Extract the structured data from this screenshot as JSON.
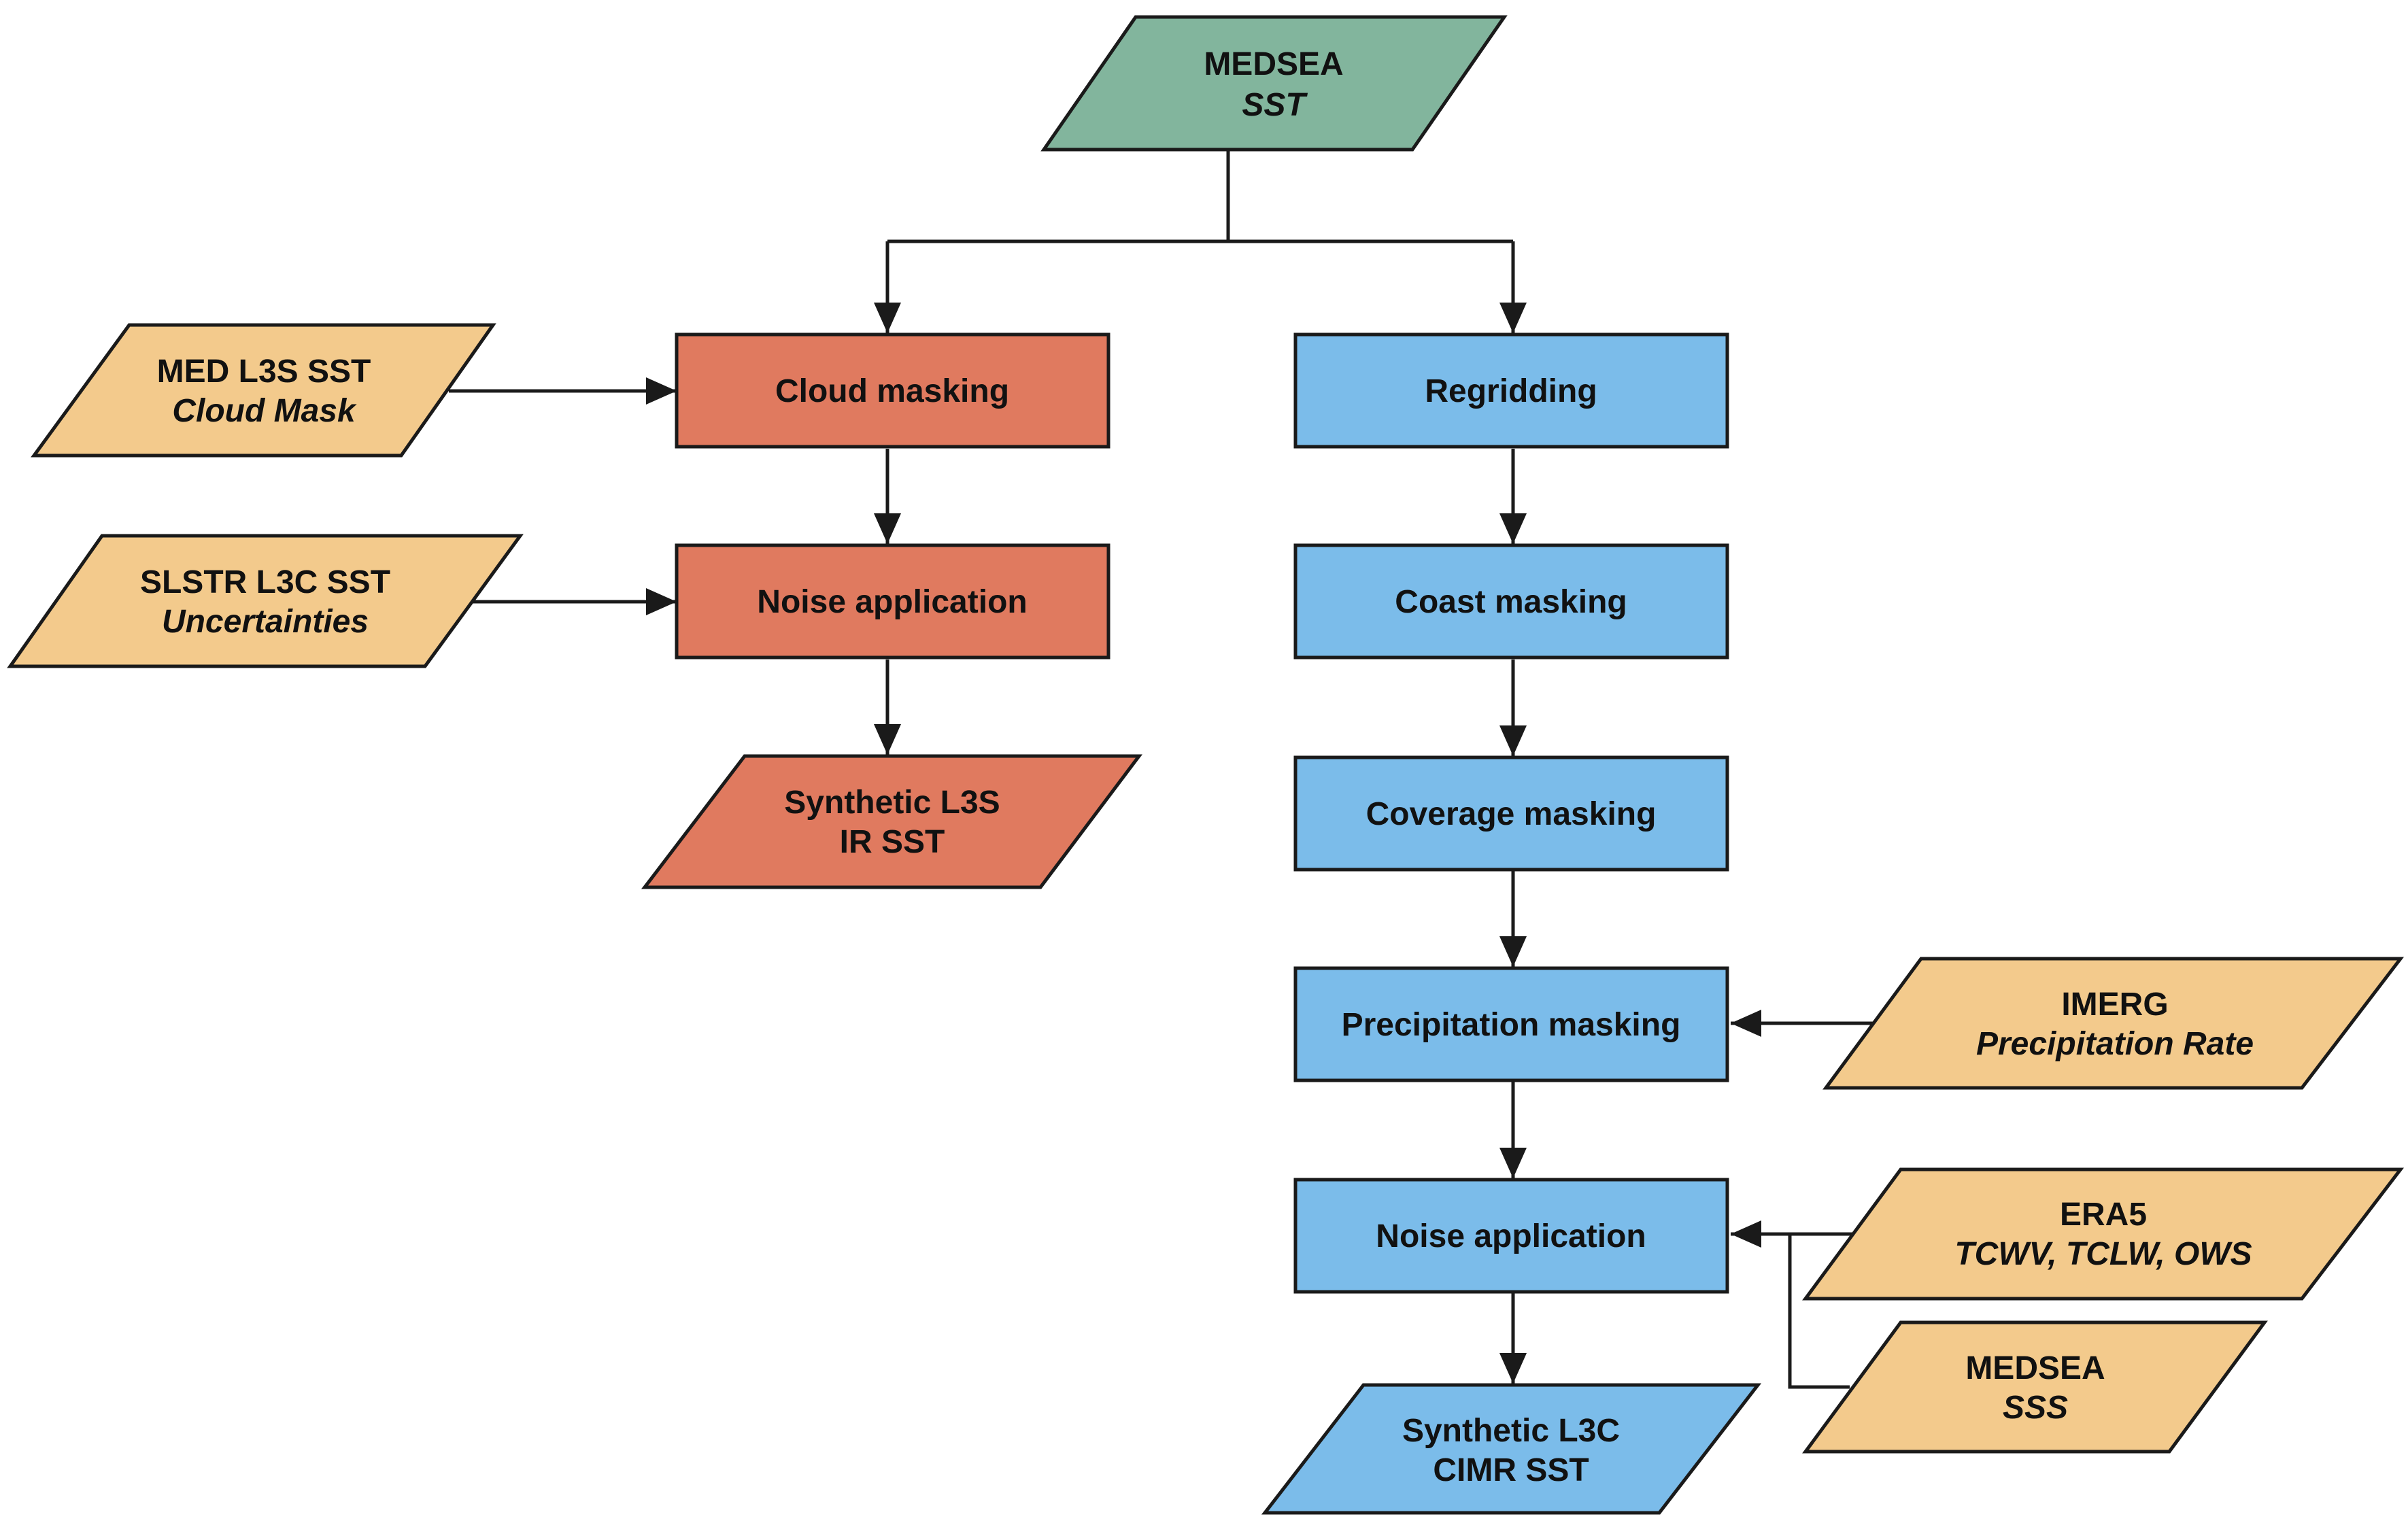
{
  "colors": {
    "source": "#82b59d",
    "ir_branch": "#e07a5f",
    "cimr_branch": "#7bbcea",
    "aux_input": "#f3ca8c",
    "line": "#1a1a1a"
  },
  "nodes": {
    "medsea_sst": {
      "line1": "MEDSEA",
      "line2": "SST"
    },
    "med_l3s_sst": {
      "line1": "MED L3S SST",
      "line2": "Cloud Mask"
    },
    "slstr_l3c_sst": {
      "line1": "SLSTR L3C SST",
      "line2": "Uncertainties"
    },
    "cloud_masking": {
      "label": "Cloud masking"
    },
    "noise_application_ir": {
      "label": "Noise application"
    },
    "synthetic_l3s_ir_sst": {
      "line1": "Synthetic L3S",
      "line2": "IR SST"
    },
    "regridding": {
      "label": "Regridding"
    },
    "coast_masking": {
      "label": "Coast masking"
    },
    "coverage_masking": {
      "label": "Coverage masking"
    },
    "precipitation_masking": {
      "label": "Precipitation masking"
    },
    "noise_application_cimr": {
      "label": "Noise application"
    },
    "synthetic_l3c_cimr_sst": {
      "line1": "Synthetic L3C",
      "line2": "CIMR SST"
    },
    "imerg": {
      "line1": "IMERG",
      "line2": "Precipitation Rate"
    },
    "era5": {
      "line1": "ERA5",
      "line2": "TCWV, TCLW, OWS"
    },
    "medsea_sss": {
      "line1": "MEDSEA",
      "line2": "SSS"
    }
  }
}
